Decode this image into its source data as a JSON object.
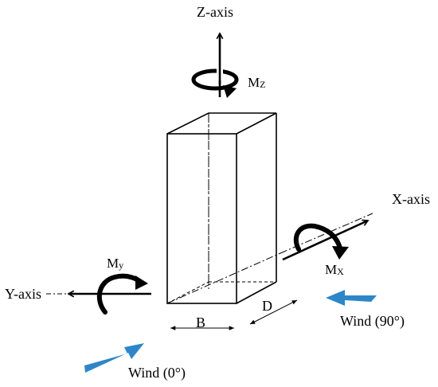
{
  "axes": {
    "z": "Z-axis",
    "x": "X-axis",
    "y": "Y-axis"
  },
  "moments": {
    "mz": {
      "base": "M",
      "sub": "Z"
    },
    "mx": {
      "base": "M",
      "sub": "X"
    },
    "my": {
      "base": "M",
      "sub": "y"
    }
  },
  "dimensions": {
    "b": "B",
    "d": "D"
  },
  "wind": {
    "zero": "Wind (0°)",
    "ninety": "Wind (90°)"
  },
  "colors": {
    "stroke": "#000000",
    "wind_arrow": "#2e86c8"
  },
  "icons": [
    "moment-arrow-icon",
    "wind-arrow-icon"
  ]
}
